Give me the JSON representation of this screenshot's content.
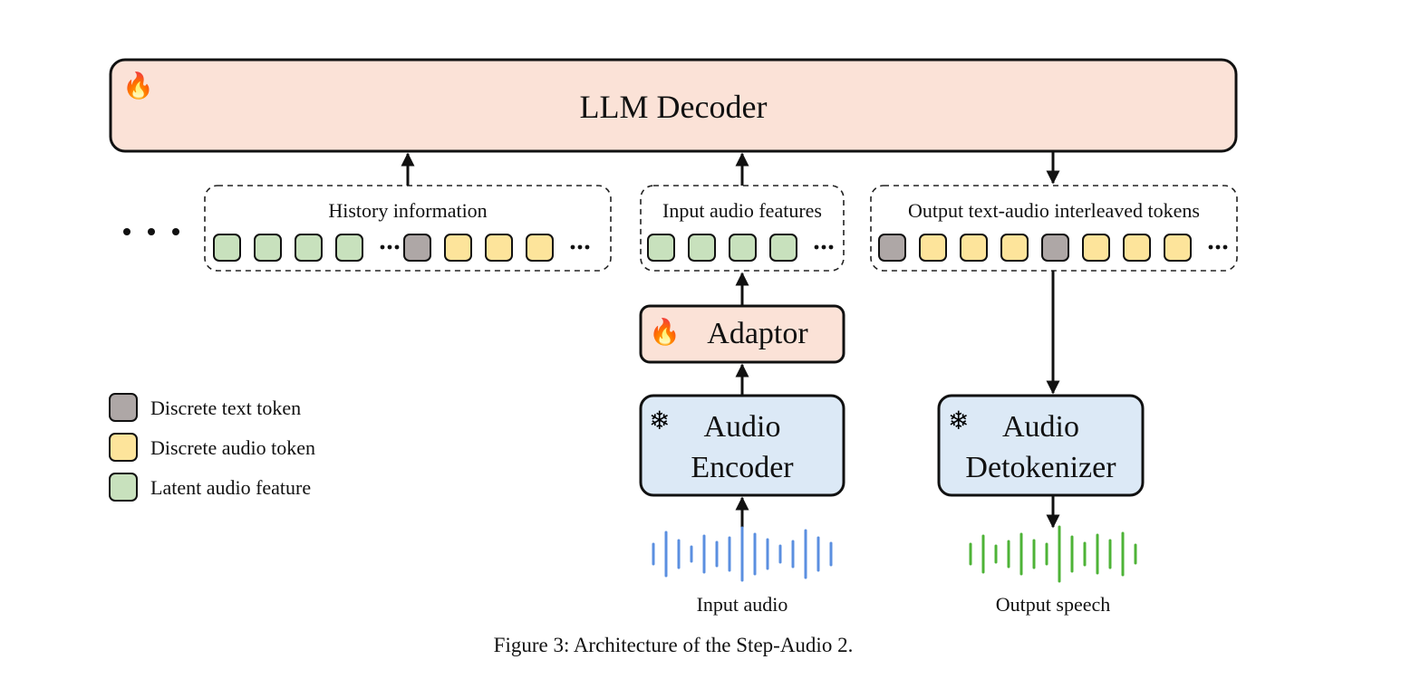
{
  "diagram": {
    "llm_decoder": {
      "label": "LLM Decoder",
      "icon": "fire-icon"
    },
    "history_group": {
      "label": "History information"
    },
    "input_features_group": {
      "label": "Input audio features"
    },
    "output_tokens_group": {
      "label": "Output text-audio interleaved tokens"
    },
    "adaptor": {
      "label": "Adaptor",
      "icon": "fire-icon"
    },
    "audio_encoder": {
      "line1": "Audio",
      "line2": "Encoder",
      "icon": "snowflake-icon"
    },
    "audio_detokenizer": {
      "line1": "Audio",
      "line2": "Detokenizer",
      "icon": "snowflake-icon"
    },
    "input_audio": {
      "label": "Input audio"
    },
    "output_speech": {
      "label": "Output speech"
    },
    "legend": [
      {
        "label": "Discrete text token",
        "kind": "text"
      },
      {
        "label": "Discrete audio token",
        "kind": "audio"
      },
      {
        "label": "Latent audio feature",
        "kind": "latent"
      }
    ],
    "caption": "Figure 3: Architecture of the Step-Audio 2.",
    "history_tokens": [
      "latent",
      "latent",
      "latent",
      "latent",
      "dots",
      "text",
      "audio",
      "audio",
      "audio",
      "dots"
    ],
    "input_tokens": [
      "latent",
      "latent",
      "latent",
      "latent",
      "dots"
    ],
    "output_tokens": [
      "text",
      "audio",
      "audio",
      "audio",
      "text",
      "audio",
      "audio",
      "audio",
      "dots"
    ],
    "colors": {
      "latent": "#c8e1bd",
      "audio": "#fde49b",
      "text": "#aea7a6",
      "warm_box": "#fbe2d7",
      "cool_box": "#dce9f6",
      "wave_input": "#5b8fe0",
      "wave_output": "#4eb337"
    }
  }
}
